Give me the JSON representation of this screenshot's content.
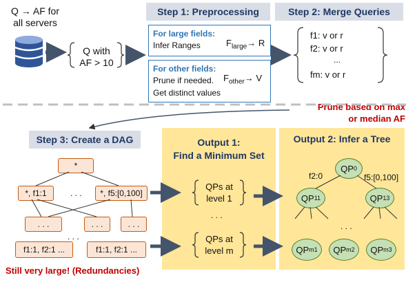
{
  "top": {
    "q_af": "Q → AF for\nall servers",
    "q_with": "Q with\nAF > 10",
    "step1_title": "Step 1: Preprocessing",
    "step2_title": "Step 2: Merge Queries",
    "large_label": "For large fields:",
    "large_desc": "Infer Ranges",
    "large_formula": "F",
    "large_sub": "large",
    "large_arrow": "→ R",
    "other_label": "For other fields:",
    "other_line1": "Prune if needed.",
    "other_formula": "F",
    "other_sub": "other",
    "other_arrow": "→ V",
    "other_line2": "Get distinct values",
    "merge_f1": "f1: v or r",
    "merge_f2": "f2: v or r",
    "merge_dots": "...",
    "merge_fm": "fm: v or r",
    "prune_note": "Prune based on max\nor median AF"
  },
  "step3": {
    "title": "Step 3: Create a DAG",
    "root": "*",
    "node_f1": "*, f1:1",
    "node_f5": "*, f5:[0,100]",
    "dots_mid": ". . .",
    "dots_left": ". . .",
    "dots_center": ". . .",
    "dots_right": ". . .",
    "dots_low": ". . .",
    "leaf1": "f1:1, f2:1 ...",
    "leaf2": "f1:1, f2:1 ...",
    "warning": "Still very large! (Redundancies)"
  },
  "output1": {
    "title": "Output 1:\nFind a Minimum Set",
    "qps_level1": "QPs at\nlevel 1",
    "dots": ". . .",
    "qps_levelm": "QPs at\nlevel m"
  },
  "output2": {
    "title": "Output 2: Infer a Tree",
    "qp0": "QP",
    "qp0_sub": "0",
    "edge_left": "f2:0",
    "edge_right": "f5:[0,100]",
    "qp11": "QP",
    "qp11_sub": "11",
    "qp13": "QP",
    "qp13_sub": "13",
    "dots": ". . .",
    "qpm1": "QP",
    "qpm1_sub": "m1",
    "qpm2": "QP",
    "qpm2_sub": "m2",
    "qpm3": "QP",
    "qpm3_sub": "m3"
  },
  "colors": {
    "accent_blue": "#2e75b6",
    "title_navy": "#1f3864",
    "warning_red": "#c00000",
    "node_fill": "#fbe5d6",
    "node_border": "#c55a11",
    "yellow_panel": "#ffe699",
    "circle_fill": "#c5e0b4"
  },
  "icons": {
    "database": "database-icon"
  }
}
